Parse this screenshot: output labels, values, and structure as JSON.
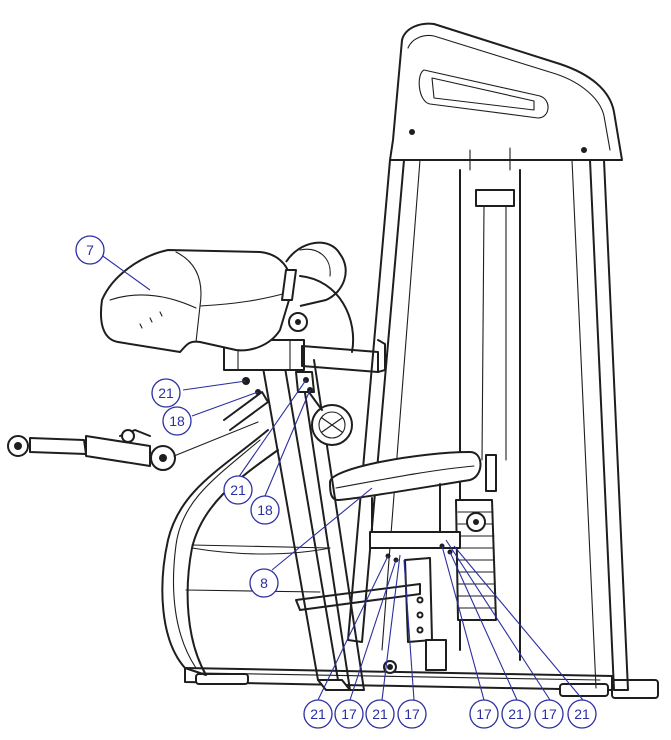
{
  "callouts": [
    {
      "label": "7"
    },
    {
      "label": "21"
    },
    {
      "label": "18"
    },
    {
      "label": "21"
    },
    {
      "label": "18"
    },
    {
      "label": "8"
    },
    {
      "label": "21"
    },
    {
      "label": "17"
    },
    {
      "label": "21"
    },
    {
      "label": "17"
    },
    {
      "label": "17"
    },
    {
      "label": "21"
    },
    {
      "label": "17"
    },
    {
      "label": "21"
    }
  ],
  "colors": {
    "callout": "#2b2fa0",
    "line_art": "#1e1e1e",
    "background": "#ffffff"
  }
}
